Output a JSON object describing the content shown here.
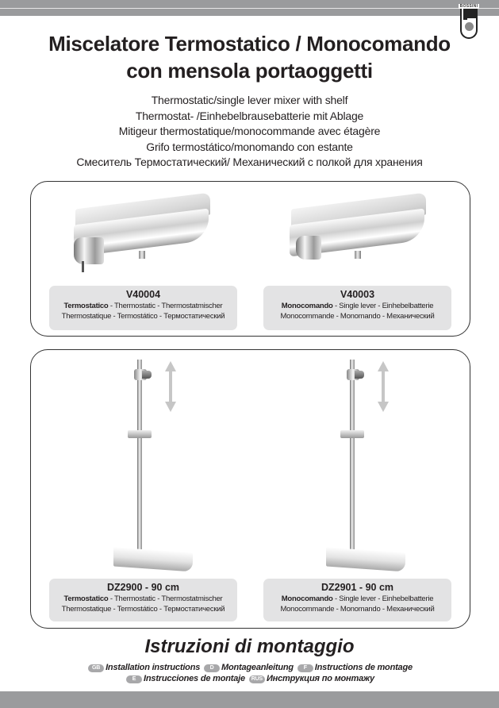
{
  "header": {
    "brand": "BOSSINI",
    "title_line1": "Miscelatore Termostatico / Monocomando",
    "title_line2": "con mensola portaoggetti",
    "subtitles": [
      "Thermostatic/single lever mixer with shelf",
      "Thermostat- /Einhebelbrausebatterie mit Ablage",
      "Mitigeur thermostatique/monocommande avec étagère",
      "Grifo termostático/monomando con estante",
      "Смеситель Термостатический/ Механический с полкой для хранения"
    ]
  },
  "products": [
    {
      "code": "V40004",
      "type_bold": "Termostatico",
      "line1_rest": " - Thermostatic - Thermostatmischer",
      "line2": "Thermostatique - Termostático - Термостатический",
      "image": "thermostatic-mixer-with-shelf"
    },
    {
      "code": "V40003",
      "type_bold": "Monocomando",
      "line1_rest": " - Single lever - Einhebelbatterie",
      "line2": "Monocommande - Monomando - Механический",
      "image": "single-lever-mixer-with-shelf"
    },
    {
      "code": "DZ2900 - 90 cm",
      "type_bold": "Termostatico",
      "line1_rest": " - Thermostatic - Thermostatmischer",
      "line2": "Thermostatique - Termostático - Термостатический",
      "image": "shower-rail-thermostatic"
    },
    {
      "code": "DZ2901 - 90 cm",
      "type_bold": "Monocomando",
      "line1_rest": " - Single lever - Einhebelbatterie",
      "line2": "Monocommande - Monomando - Механический",
      "image": "shower-rail-single-lever"
    }
  ],
  "footer": {
    "title": "Istruzioni di montaggio",
    "languages": [
      {
        "badge": "GB",
        "label": "Installation instructions"
      },
      {
        "badge": "D",
        "label": "Montageanleitung"
      },
      {
        "badge": "F",
        "label": "Instructions de montage"
      },
      {
        "badge": "E",
        "label": "Instrucciones de montaje"
      },
      {
        "badge": "RUS",
        "label": "Инструкция по монтажу"
      }
    ]
  },
  "colors": {
    "band_gray": "#9a9b9d",
    "label_bg": "#e3e3e4",
    "text": "#231f20",
    "arrow_gray": "#c6c6c6"
  }
}
